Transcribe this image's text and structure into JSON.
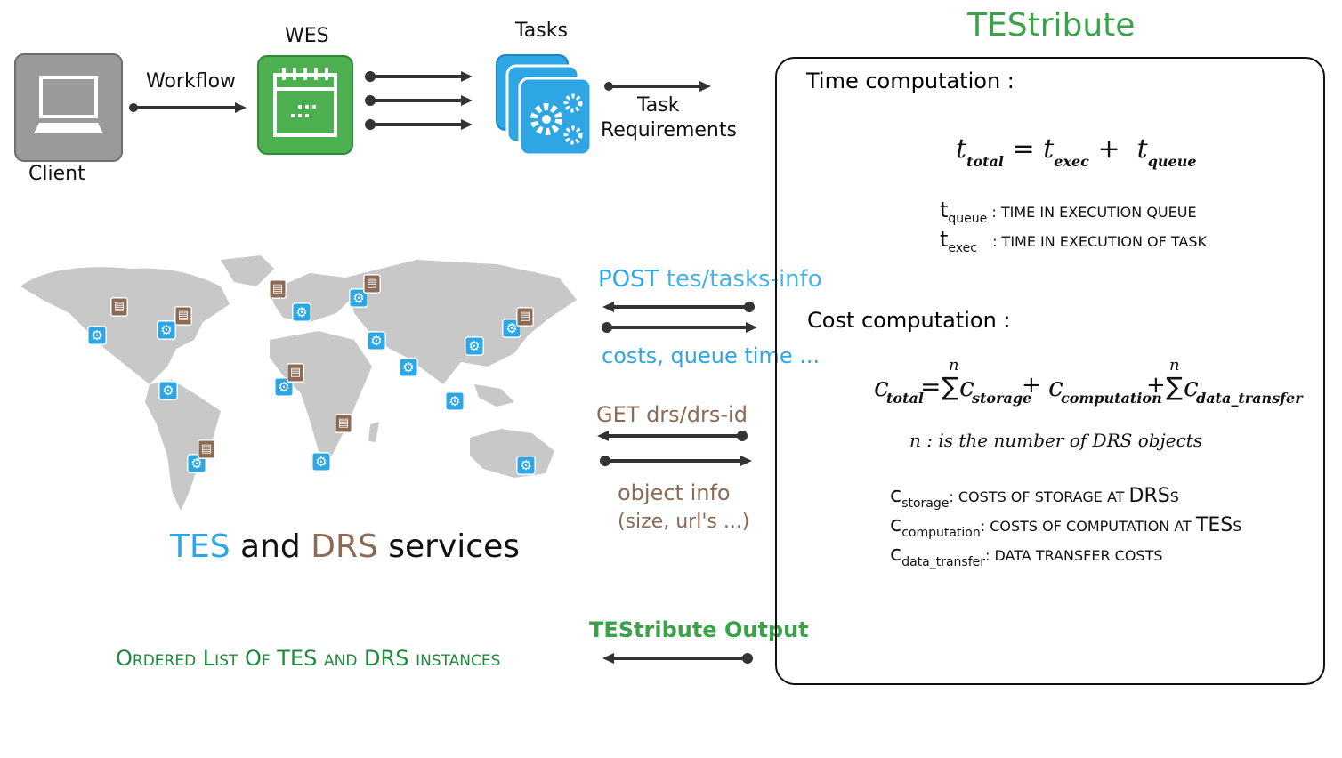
{
  "top_row": {
    "client_label": "Client",
    "workflow_label": "Workflow",
    "wes_label": "WES",
    "tasks_label": "Tasks",
    "task_req_line1": "Task",
    "task_req_line2": "Requirements"
  },
  "title": "TEStribute",
  "services": {
    "tes": "TES",
    "and": "and",
    "drs": "DRS",
    "services": "services"
  },
  "arrows": {
    "post_method": "POST",
    "post_path": "tes/tasks-info",
    "post_response": "costs, queue time ...",
    "get_method": "GET",
    "get_path": "drs/drs-id",
    "get_response_1": "object info",
    "get_response_2": "(size, url's ...)",
    "output_label": "TEStribute Output"
  },
  "ordered_list": "Ordered List Of TES and DRS instances",
  "panel": {
    "time_heading": "Time computation :",
    "time_eq": {
      "total": "t",
      "total_sub": "total",
      "eq": "=",
      "exec": "t",
      "exec_sub": "exec",
      "plus": "+",
      "queue": "t",
      "queue_sub": "queue"
    },
    "time_defs": [
      {
        "sym": "t",
        "sub": "queue",
        "text": ": TIME IN EXECUTION QUEUE"
      },
      {
        "sym": "t",
        "sub": "exec",
        "text": ": TIME IN EXECUTION OF TASK"
      }
    ],
    "cost_heading": "Cost computation :",
    "cost_eq": {
      "c": "c",
      "total_sub": "total",
      "eq": "=",
      "n1": "n",
      "sigma": "∑",
      "storage_sub": "storage",
      "plus1": "+",
      "computation_sub": "computation",
      "plus2": "+",
      "n2": "n",
      "transfer_sub": "data_transfer"
    },
    "n_note": "n : is the number of DRS objects",
    "cost_defs": [
      {
        "sym": "c",
        "sub": "storage",
        "text": ": COSTS OF STORAGE AT ",
        "big": "DRS",
        "tail": "S"
      },
      {
        "sym": "c",
        "sub": "computation",
        "text": ": COSTS OF COMPUTATION AT ",
        "big": "TES",
        "tail": "S"
      },
      {
        "sym": "c",
        "sub": "data_transfer",
        "text": ": DATA TRANSFER COSTS",
        "big": "",
        "tail": ""
      }
    ]
  },
  "colors": {
    "tes_blue": "#2ea6e3",
    "drs_brown": "#8b6b55",
    "green": "#3aa34a",
    "dark_green": "#1e8a3c",
    "map_gray": "#c8c8c8"
  }
}
